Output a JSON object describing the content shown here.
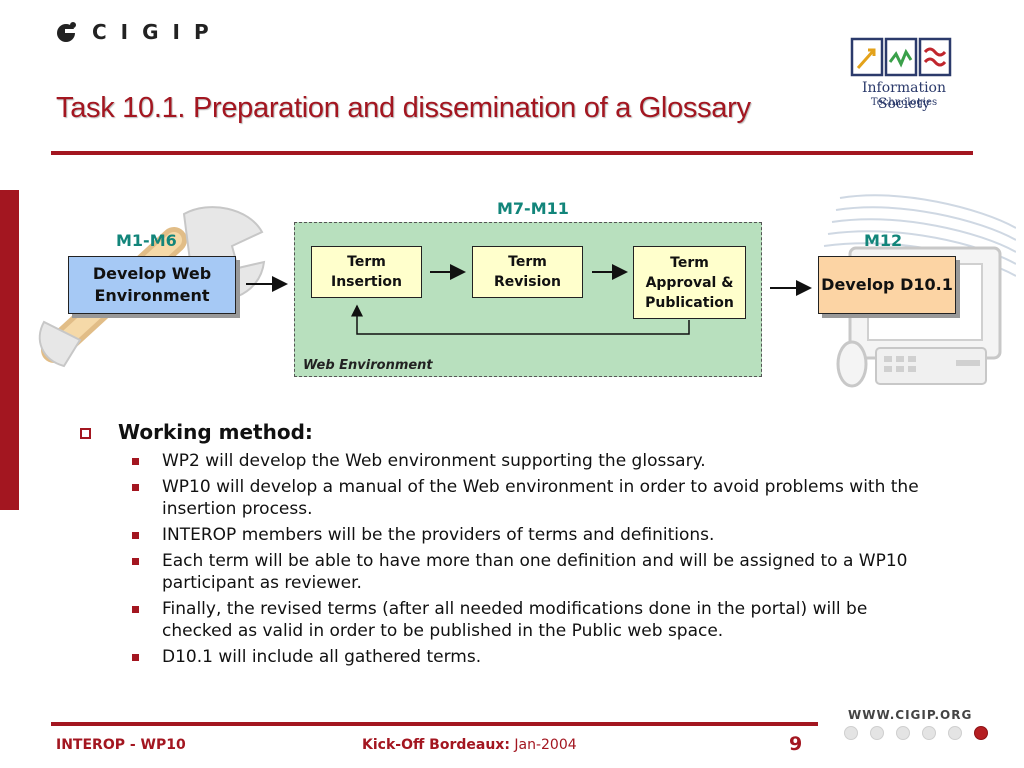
{
  "header": {
    "company_logo_text": "CIGIP",
    "program_logo_title": "Information Society",
    "program_logo_subtitle": "Technologies",
    "title": "Task 10.1. Preparation and dissemination of a Glossary"
  },
  "diagram": {
    "milestones": {
      "left": "M1-M6",
      "center": "M7-M11",
      "right": "M12"
    },
    "start_box": "Develop Web Environment",
    "end_box": "Develop D10.1",
    "terms": [
      "Term Insertion",
      "Term Revision",
      "Term Approval & Publication"
    ],
    "container_label": "Web Environment"
  },
  "method": {
    "heading": "Working method:",
    "points": [
      "WP2 will develop the Web environment supporting the glossary.",
      "WP10 will develop a manual of the Web environment in order to avoid problems with the insertion process.",
      "INTEROP members will be the providers of terms and definitions.",
      "Each term will be able to have more than one definition and will be assigned to a WP10 participant as reviewer.",
      "Finally, the revised terms (after all needed modifications done in the portal) will be checked as valid in order to be published in the Public web space.",
      "D10.1 will include all gathered terms."
    ]
  },
  "footer": {
    "project": "INTEROP - WP10",
    "event_label": "Kick-Off Bordeaux:",
    "event_date": "Jan-2004",
    "page_number": "9",
    "website": "WWW.CIGIP.ORG"
  },
  "colors": {
    "brand_red": "#a31620",
    "milestone_teal": "#12857a",
    "web_env_green": "#b8e0be",
    "start_box_blue": "#a6c9f5",
    "end_box_orange": "#fcd4a4",
    "term_yellow": "#ffffcc"
  },
  "icons": [
    "cigip-logo-icon",
    "ist-logo-icon",
    "wrench-icon",
    "computer-icon"
  ]
}
